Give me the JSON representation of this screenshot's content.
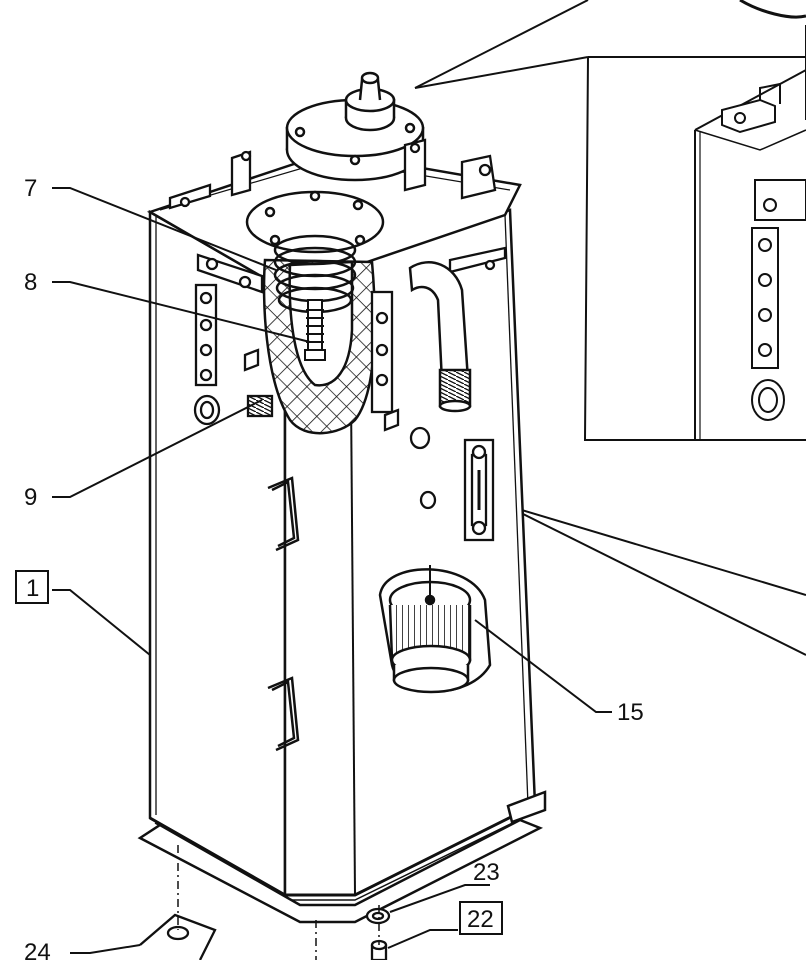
{
  "callouts": {
    "c1": "1",
    "c7": "7",
    "c8": "8",
    "c9": "9",
    "c15": "15",
    "c22": "22",
    "c23": "23",
    "c24": "24"
  },
  "colors": {
    "ink": "#111111",
    "paper": "#ffffff",
    "shade": "#e6e6e6"
  }
}
